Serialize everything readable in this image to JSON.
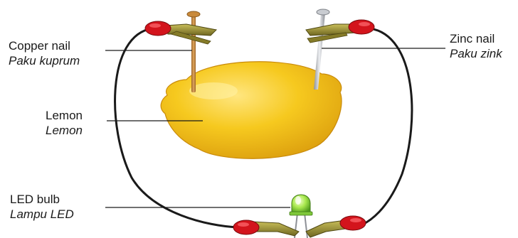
{
  "labels": {
    "copper": {
      "en": "Copper nail",
      "ms": "Paku kuprum"
    },
    "zinc": {
      "en": "Zinc nail",
      "ms": "Paku zink"
    },
    "lemon": {
      "en": "Lemon",
      "ms": "Lemon"
    },
    "led": {
      "en": "LED bulb",
      "ms": "Lampu LED"
    }
  },
  "colors": {
    "lemon": "#f2c21b",
    "lemon_shade": "#d99a0c",
    "copper": "#c98a3c",
    "zinc": "#b9bcc2",
    "clip_body": "#9a8f2e",
    "clip_boot": "#d3141c",
    "wire": "#1a1a1a",
    "led": "#9be04a"
  }
}
